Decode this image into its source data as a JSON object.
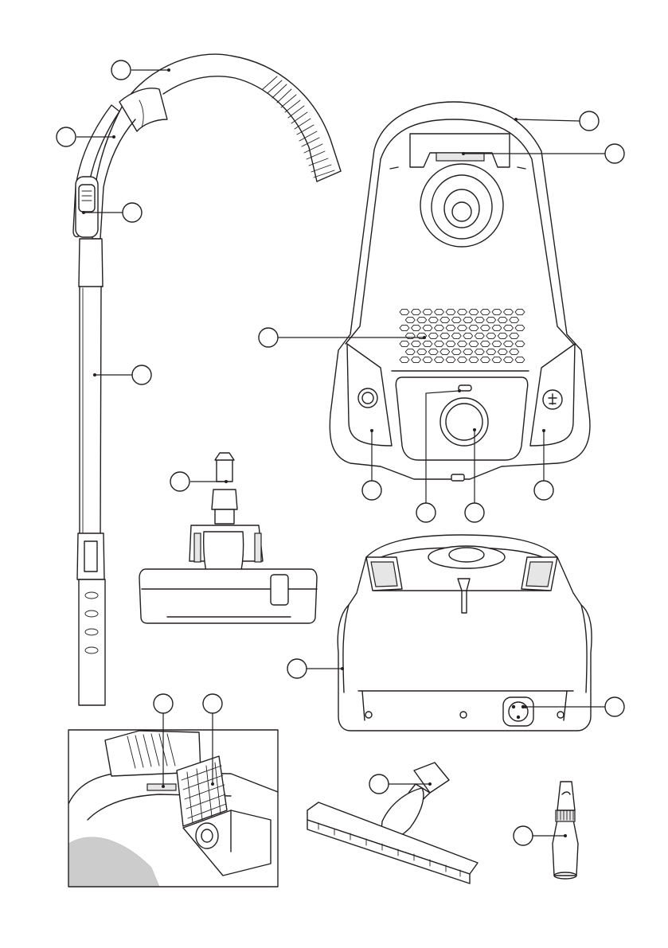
{
  "figure": {
    "type": "vacuum-cleaner-parts-diagram",
    "callouts": [
      {
        "id": "c1"
      },
      {
        "id": "c2"
      },
      {
        "id": "c3"
      },
      {
        "id": "c4"
      },
      {
        "id": "c5"
      },
      {
        "id": "c6"
      },
      {
        "id": "c7"
      },
      {
        "id": "c8"
      },
      {
        "id": "c9"
      },
      {
        "id": "c10"
      },
      {
        "id": "c11"
      },
      {
        "id": "c12"
      },
      {
        "id": "c13"
      },
      {
        "id": "c14"
      },
      {
        "id": "c15"
      },
      {
        "id": "c16"
      },
      {
        "id": "c17"
      },
      {
        "id": "c18"
      },
      {
        "id": "c19"
      }
    ],
    "line_color": "#231f20",
    "background": "#ffffff"
  }
}
